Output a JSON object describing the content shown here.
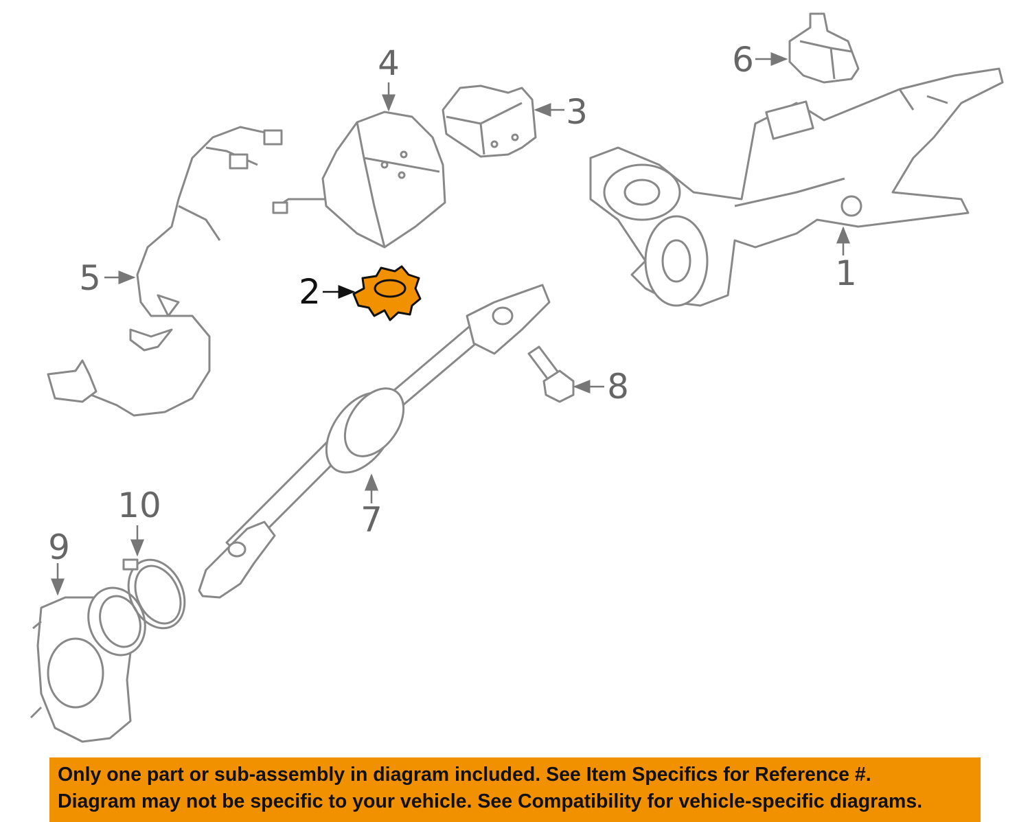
{
  "diagram": {
    "callouts": [
      {
        "id": "1",
        "label": "1"
      },
      {
        "id": "2",
        "label": "2",
        "highlighted": true
      },
      {
        "id": "3",
        "label": "3"
      },
      {
        "id": "4",
        "label": "4"
      },
      {
        "id": "5",
        "label": "5"
      },
      {
        "id": "6",
        "label": "6"
      },
      {
        "id": "7",
        "label": "7"
      },
      {
        "id": "8",
        "label": "8"
      },
      {
        "id": "9",
        "label": "9"
      },
      {
        "id": "10",
        "label": "10"
      }
    ],
    "highlight_color": "#F29100",
    "line_color": "#888888"
  },
  "banner": {
    "line1": "Only one part or sub-assembly in diagram included. See Item Specifics for Reference #.",
    "line2": "Diagram may not be specific to your vehicle. See Compatibility for vehicle-specific diagrams.",
    "color": "#F29100"
  }
}
